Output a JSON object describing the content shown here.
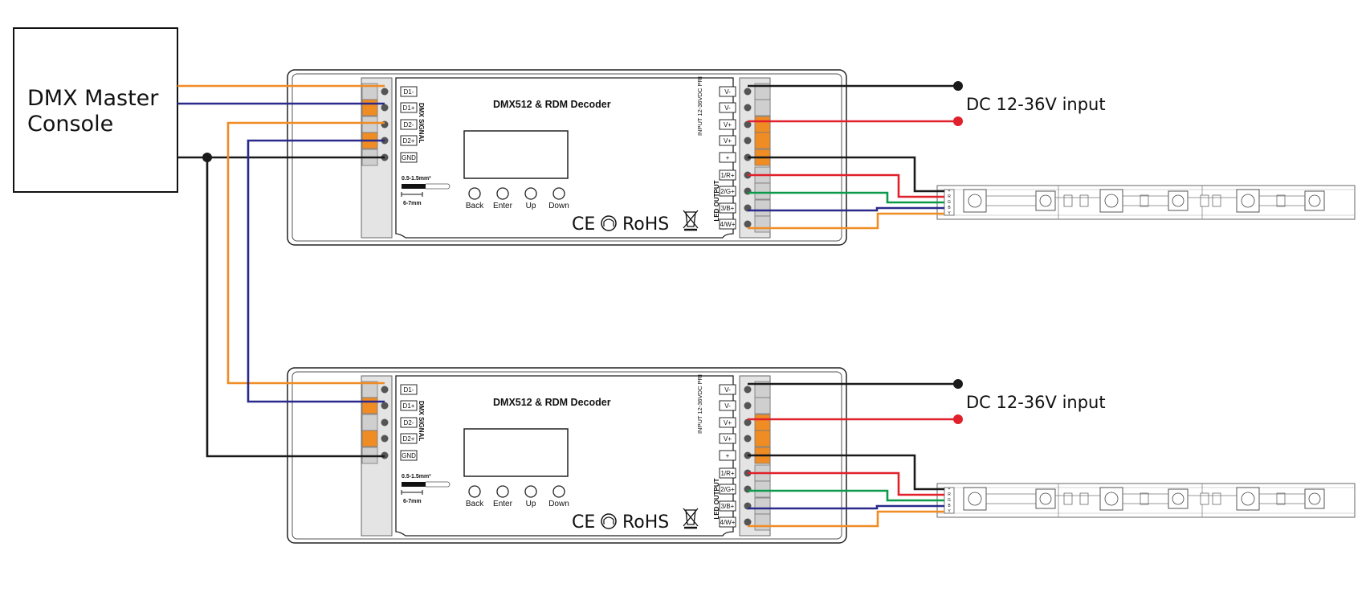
{
  "console": {
    "line1": "DMX Master",
    "line2": "Console"
  },
  "decoder": {
    "title": "DMX512 & RDM Decoder",
    "dmx_terminals": [
      "D1-",
      "D1+",
      "D2-",
      "D2+",
      "GND"
    ],
    "dmx_signal_label": "DMX SIGNAL",
    "input_label": "INPUT 12-36VDC PRI",
    "input_terminals": [
      "V-",
      "V-",
      "V+",
      "V+",
      "+"
    ],
    "output_label": "LED OUTPUT",
    "output_terminals": [
      "1/R+",
      "2/G+",
      "3/B+",
      "4/W+"
    ],
    "wire_spec": "0.5-1.5mm²",
    "strip_length": "6-7mm",
    "buttons": [
      "Back",
      "Enter",
      "Up",
      "Down"
    ],
    "cert_ce": "CE",
    "cert_rohs": "RoHS"
  },
  "power": {
    "label": "DC 12-36V input"
  },
  "strip": {
    "pins": [
      "+",
      "R",
      "G",
      "B",
      "Y"
    ]
  },
  "colors": {
    "orange_wire": "#f08c24",
    "blue_wire": "#2b2a8c",
    "black_wire": "#1a1a1a",
    "red_wire": "#e0202a",
    "green_wire": "#0a9a4a",
    "terminal_orange": "#f08c24",
    "terminal_gray": "#cfcfcf"
  }
}
